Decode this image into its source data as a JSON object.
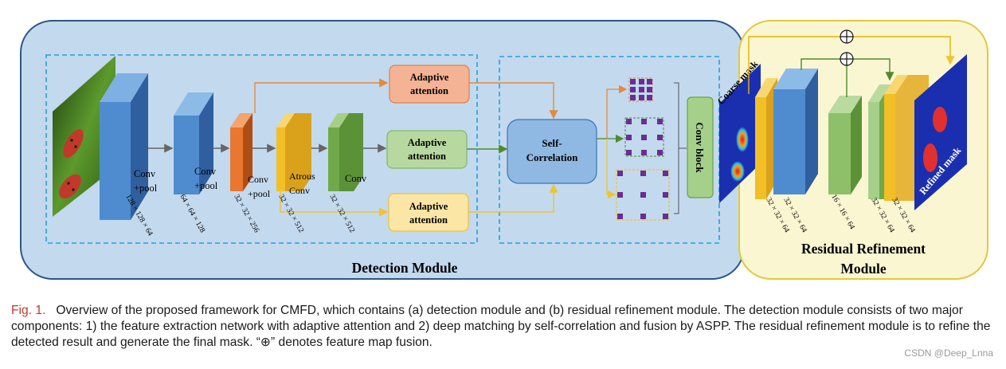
{
  "detection_title": "Detection Module",
  "refine_title_1": "Residual Refinement",
  "refine_title_2": "Module",
  "adaptive_1": "Adaptive",
  "attention_1": "attention",
  "adaptive_2": "Adaptive",
  "attention_2": "attention",
  "adaptive_3": "Adaptive",
  "attention_3": "attention",
  "self_corr_1": "Self-",
  "self_corr_2": "Correlation",
  "conv_block": "Conv block",
  "coarse_mask": "Coarse mask",
  "refined_mask": "Refined mask",
  "conv_pool_1a": "Conv",
  "conv_pool_1b": "+pool",
  "conv_pool_2a": "Conv",
  "conv_pool_2b": "+pool",
  "conv_pool_3a": "Conv",
  "conv_pool_3b": "+pool",
  "atrous_a": "Atrous",
  "atrous_b": "Conv",
  "conv_last": "Conv",
  "dims": {
    "d1": "128 × 128 × 64",
    "d2": "64 × 64 × 128",
    "d3": "32 × 32 × 256",
    "d4": "32 × 32 × 512",
    "d5": "32 × 32 × 512",
    "r1": "32 × 32 × 64",
    "r2": "32 × 32 × 64",
    "r3": "16 × 16 × 64",
    "r4": "32 × 32 × 64",
    "r5": "32 × 32 × 64"
  },
  "oplus": "⊕",
  "caption": {
    "fig_label": "Fig. 1.",
    "text": "Overview of the proposed framework for CMFD, which contains (a) detection module and (b) residual refinement module. The detection module consists of two major components: 1) the feature extraction network with adaptive attention and 2) deep matching by self-correlation and fusion by ASPP. The residual refinement module is to refine the detected result and generate the final mask. “⊕” denotes feature map fusion."
  },
  "watermark": "CSDN @Deep_Lnna",
  "colors": {
    "detection_bg": "#c3d9ee",
    "detection_border": "#2d5687",
    "refine_bg": "#fbf6d2",
    "refine_border": "#e2c93a",
    "dashed": "#24a0de",
    "blue_block": "#4f8ccf",
    "orange_block": "#e9772f",
    "yellow_block": "#f2bf27",
    "green_block": "#70a94a",
    "purple": "#6a2d93"
  }
}
